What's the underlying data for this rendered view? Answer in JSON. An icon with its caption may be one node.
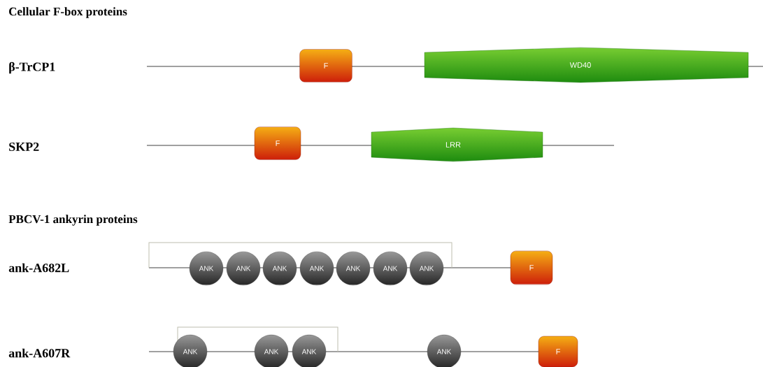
{
  "diagram": {
    "nodes": [
      {
        "text": [
          "F"
        ]
      },
      {
        "text": [
          "WD40"
        ]
      },
      {
        "text": [
          "F"
        ]
      },
      {
        "text": [
          "LRR"
        ]
      },
      {
        "text": [
          "ANK"
        ]
      },
      {
        "text": [
          "ANK"
        ]
      },
      {
        "text": [
          "ANK"
        ]
      },
      {
        "text": [
          "ANK"
        ]
      },
      {
        "text": [
          "ANK"
        ]
      },
      {
        "text": [
          "ANK"
        ]
      },
      {
        "text": [
          "ANK"
        ]
      },
      {
        "text": [
          "F"
        ]
      },
      {
        "text": [
          "ANK"
        ]
      },
      {
        "text": [
          "ANK"
        ]
      },
      {
        "text": [
          "ANK"
        ]
      },
      {
        "text": [
          "ANK"
        ]
      },
      {
        "text": [
          "F"
        ]
      }
    ],
    "labels": [
      "Cellular F-box proteins",
      "β-TrCP1",
      "SKP2",
      "PBCV-1 ankyrin proteins",
      "ank-A682L",
      "ank-A607R"
    ]
  }
}
